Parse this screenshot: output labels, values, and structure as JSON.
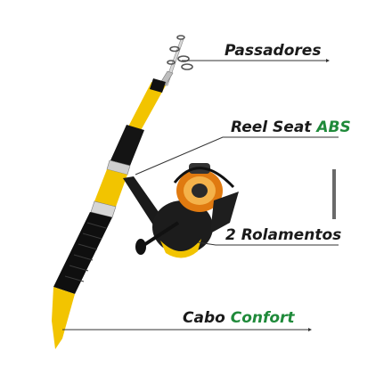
{
  "labels": {
    "guides": {
      "text": "Passadores"
    },
    "reel_seat": {
      "text": "Reel Seat",
      "highlight": "ABS"
    },
    "bearings": {
      "text": "2 Rolamentos"
    },
    "handle": {
      "text": "Cabo",
      "highlight": "Confort"
    }
  },
  "colors": {
    "accent": "#1f8a3a",
    "rod_yellow": "#f2c400",
    "rod_black": "#111111",
    "line": "#333333",
    "reel_orange": "#e07a10"
  },
  "product": {
    "image": "telescopic-fishing-rod-with-reel"
  }
}
